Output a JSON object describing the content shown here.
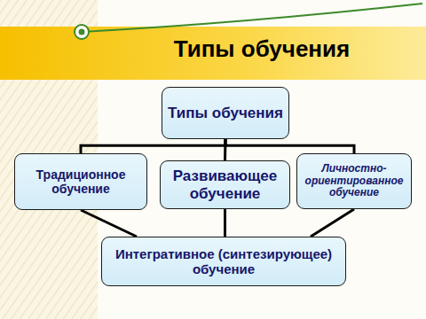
{
  "diagram": {
    "title": "Типы обучения",
    "nodes": [
      {
        "text": [
          "Типы обучения"
        ]
      },
      {
        "text": [
          "Традиционное обучение"
        ]
      },
      {
        "text": [
          "Развивающее обучение"
        ]
      },
      {
        "text": [
          "Личностно-ориентированное обучение"
        ]
      },
      {
        "text": [
          "Интегративное (синтезирующее) обучение"
        ]
      }
    ],
    "edges": [
      {
        "from": 0,
        "to": 1,
        "arrow": "none"
      },
      {
        "from": 0,
        "to": 2,
        "arrow": "none"
      },
      {
        "from": 0,
        "to": 3,
        "arrow": "none"
      },
      {
        "from": 1,
        "to": 4,
        "arrow": "none"
      },
      {
        "from": 2,
        "to": 4,
        "arrow": "none"
      },
      {
        "from": 3,
        "to": 4,
        "arrow": "none"
      }
    ]
  }
}
